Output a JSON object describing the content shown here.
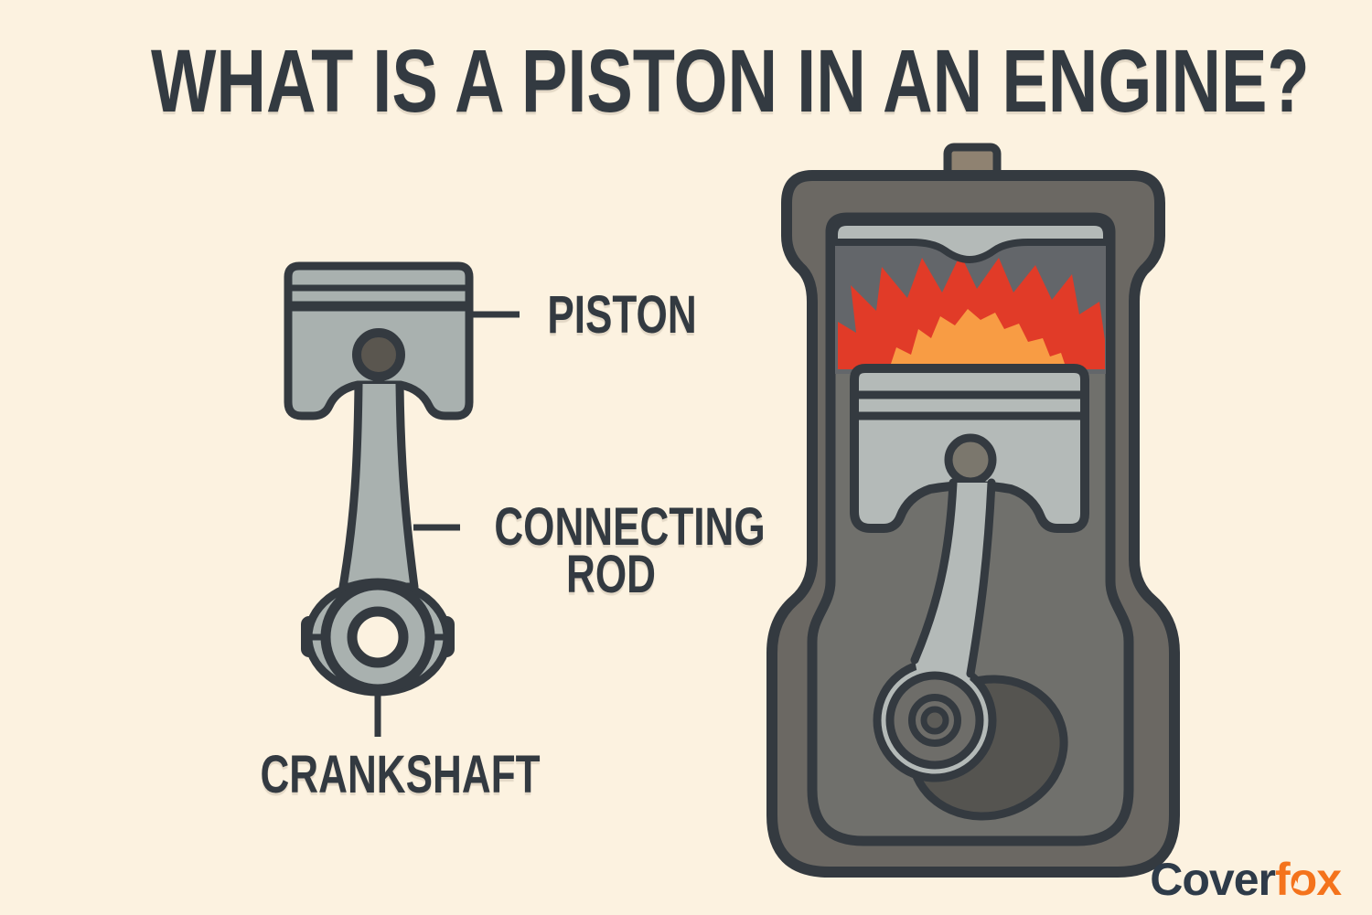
{
  "title": "WHAT IS A PISTON IN AN ENGINE?",
  "diagram": {
    "labels": {
      "piston": "PISTON",
      "connecting_rod": [
        "CONNECTING",
        "ROD"
      ],
      "crankshaft": "CRANKSHAFT"
    },
    "parts_shown": [
      "piston",
      "connecting-rod",
      "crankshaft",
      "spark-plug",
      "cylinder-head",
      "combustion-flame",
      "engine-block"
    ]
  },
  "branding": {
    "logo_text_primary": "Cover",
    "logo_text_accent": "fox"
  },
  "colors": {
    "bg": "#fcf2e0",
    "ink": "#343a40",
    "label_text": "#333a41",
    "metal": "#a9b1af",
    "metal_light": "#b4bab8",
    "pin_dark": "#5a564f",
    "engine_block": "#6b6863",
    "cavity_gray": "#70706c",
    "chamber_gray": "#63666a",
    "explosion_red": "#e13b28",
    "explosion_orange": "#f89c44",
    "spark_plug_tan": "#8f8271",
    "crank_disc": "#6e6d69",
    "counterweight": "#555450",
    "hub_center": "#5d5c58",
    "engine_pin": "#7b776d",
    "logo_navy": "#2e3b49",
    "logo_orange": "#f4731c"
  }
}
